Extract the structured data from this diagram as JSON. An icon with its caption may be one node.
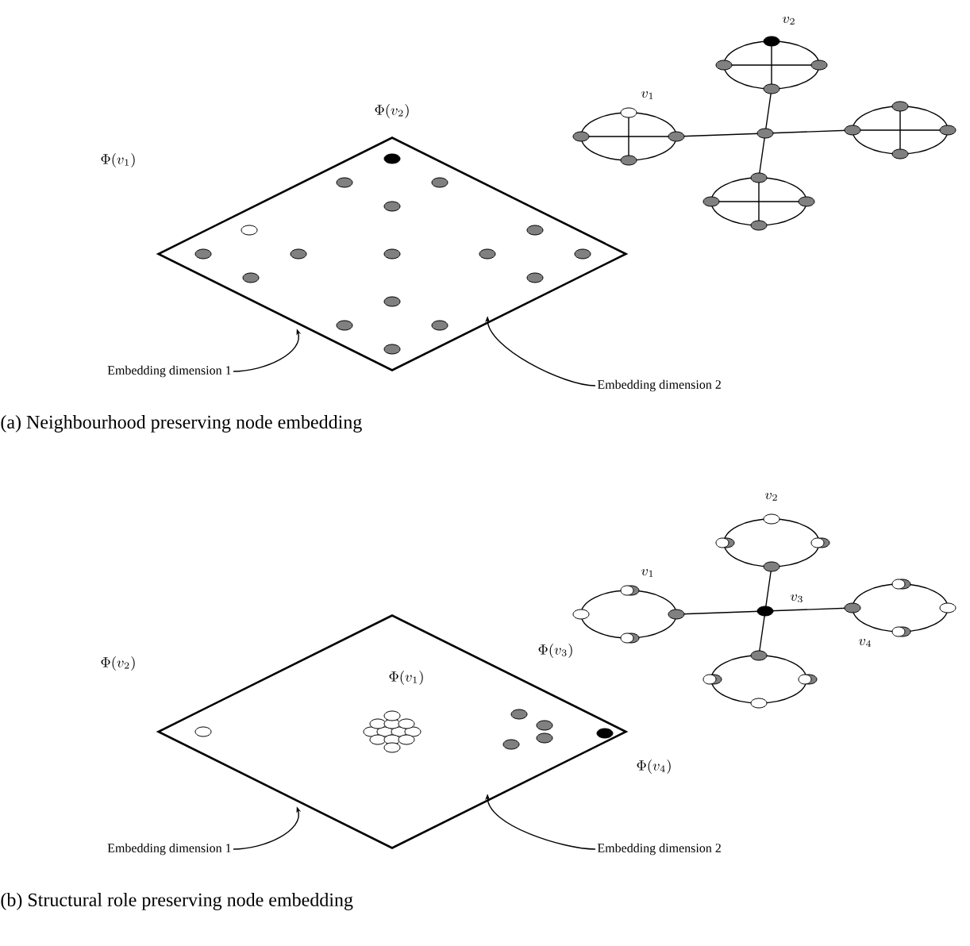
{
  "diagram": {
    "nodes": [
      {
        "text": [],
        "shape": "diamond"
      },
      {
        "text": [
          "Embedding dimension 1"
        ]
      },
      {
        "text": [
          "Embedding dimension 2"
        ]
      },
      {
        "text": [],
        "shape": "diamond"
      },
      {
        "text": [
          "Embedding dimension 1"
        ]
      },
      {
        "text": [
          "Embedding dimension 2"
        ]
      }
    ],
    "edges": [
      {
        "from": 1,
        "to": 0,
        "arrow": "to"
      },
      {
        "from": 2,
        "to": 0,
        "arrow": "to"
      },
      {
        "from": 4,
        "to": 3,
        "arrow": "to"
      },
      {
        "from": 5,
        "to": 3,
        "arrow": "to"
      }
    ],
    "labels": [
      "\\Phi(v_2)",
      "v_2",
      "\\Phi(v_1)",
      "v_1",
      "(a) Neighbourhood preserving node embedding",
      "v_2",
      "v_1",
      "v_3",
      "\\Phi(v_2)",
      "\\Phi(v_3)",
      "\\Phi(v_1)",
      "v_4",
      "\\Phi(v_4)",
      "(b) Structural role preserving node embedding"
    ]
  }
}
